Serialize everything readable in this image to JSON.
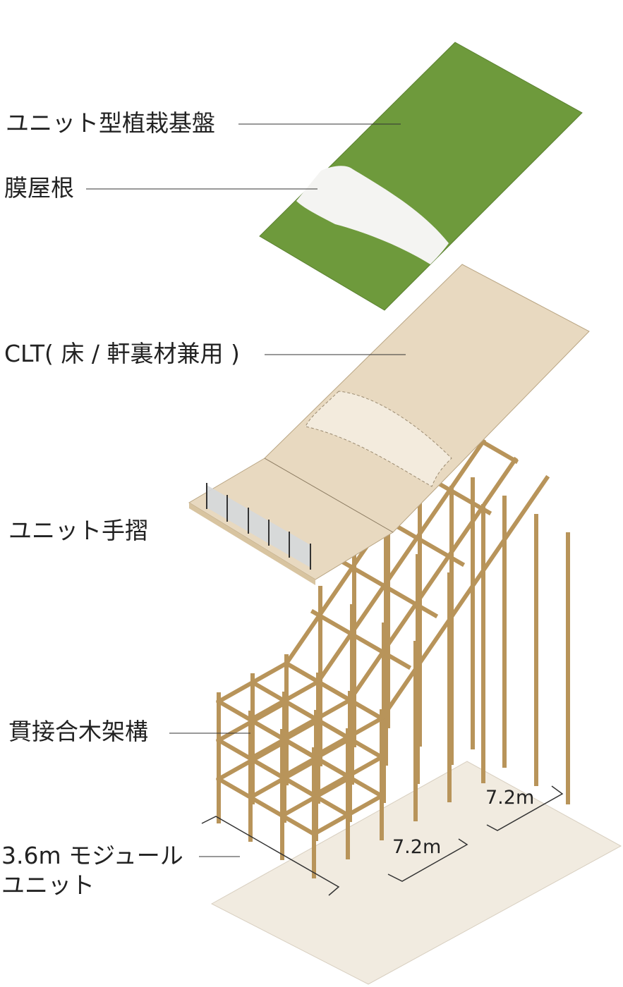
{
  "labels": {
    "planting": "ユニット型植栽基盤",
    "membrane": "膜屋根",
    "clt": "CLT( 床 / 軒裏材兼用 )",
    "railing": "ユニット手摺",
    "frame": "貫接合木架構",
    "module_line1": "3.6m モジュール",
    "module_line2": "ユニット"
  },
  "dimensions": {
    "right": "7.2m",
    "left": "7.2m"
  },
  "colors": {
    "green": "#6e9a3c",
    "membrane": "#f4f4f2",
    "clt": "#e8d9c0",
    "clt_light": "#f3ebdd",
    "timber": "#c9a870",
    "ground": "#f1ebe0"
  }
}
